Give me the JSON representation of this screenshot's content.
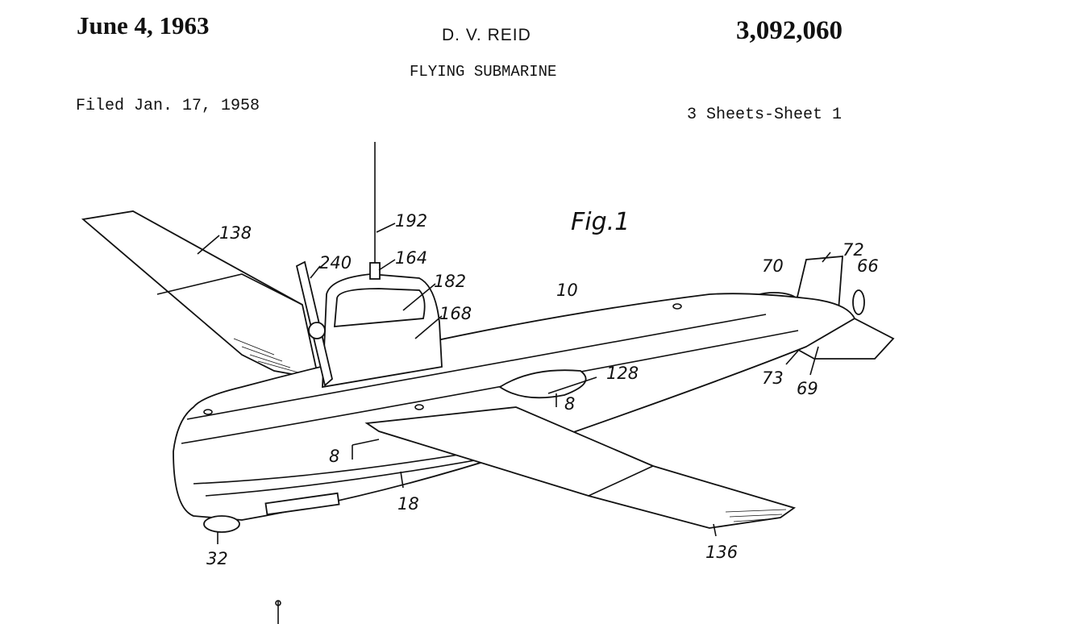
{
  "header": {
    "date": "June 4, 1963",
    "inventor": "D. V. REID",
    "patent_number": "3,092,060",
    "title": "FLYING SUBMARINE",
    "filed": "Filed Jan. 17, 1958",
    "sheets": "3 Sheets-Sheet 1"
  },
  "figure": {
    "caption": "Fig.1",
    "labels": {
      "wing_left": "138",
      "antenna": "192",
      "propeller": "240",
      "antenna_base": "164",
      "canopy_window": "182",
      "cockpit": "168",
      "hull": "10",
      "tail_70": "70",
      "fin": "72",
      "tail_prop": "66",
      "hatch": "128",
      "section_right": "8",
      "section_left": "8",
      "tail_73": "73",
      "stabilizer": "69",
      "keel": "18",
      "wheel": "32",
      "wing_right": "136"
    }
  }
}
